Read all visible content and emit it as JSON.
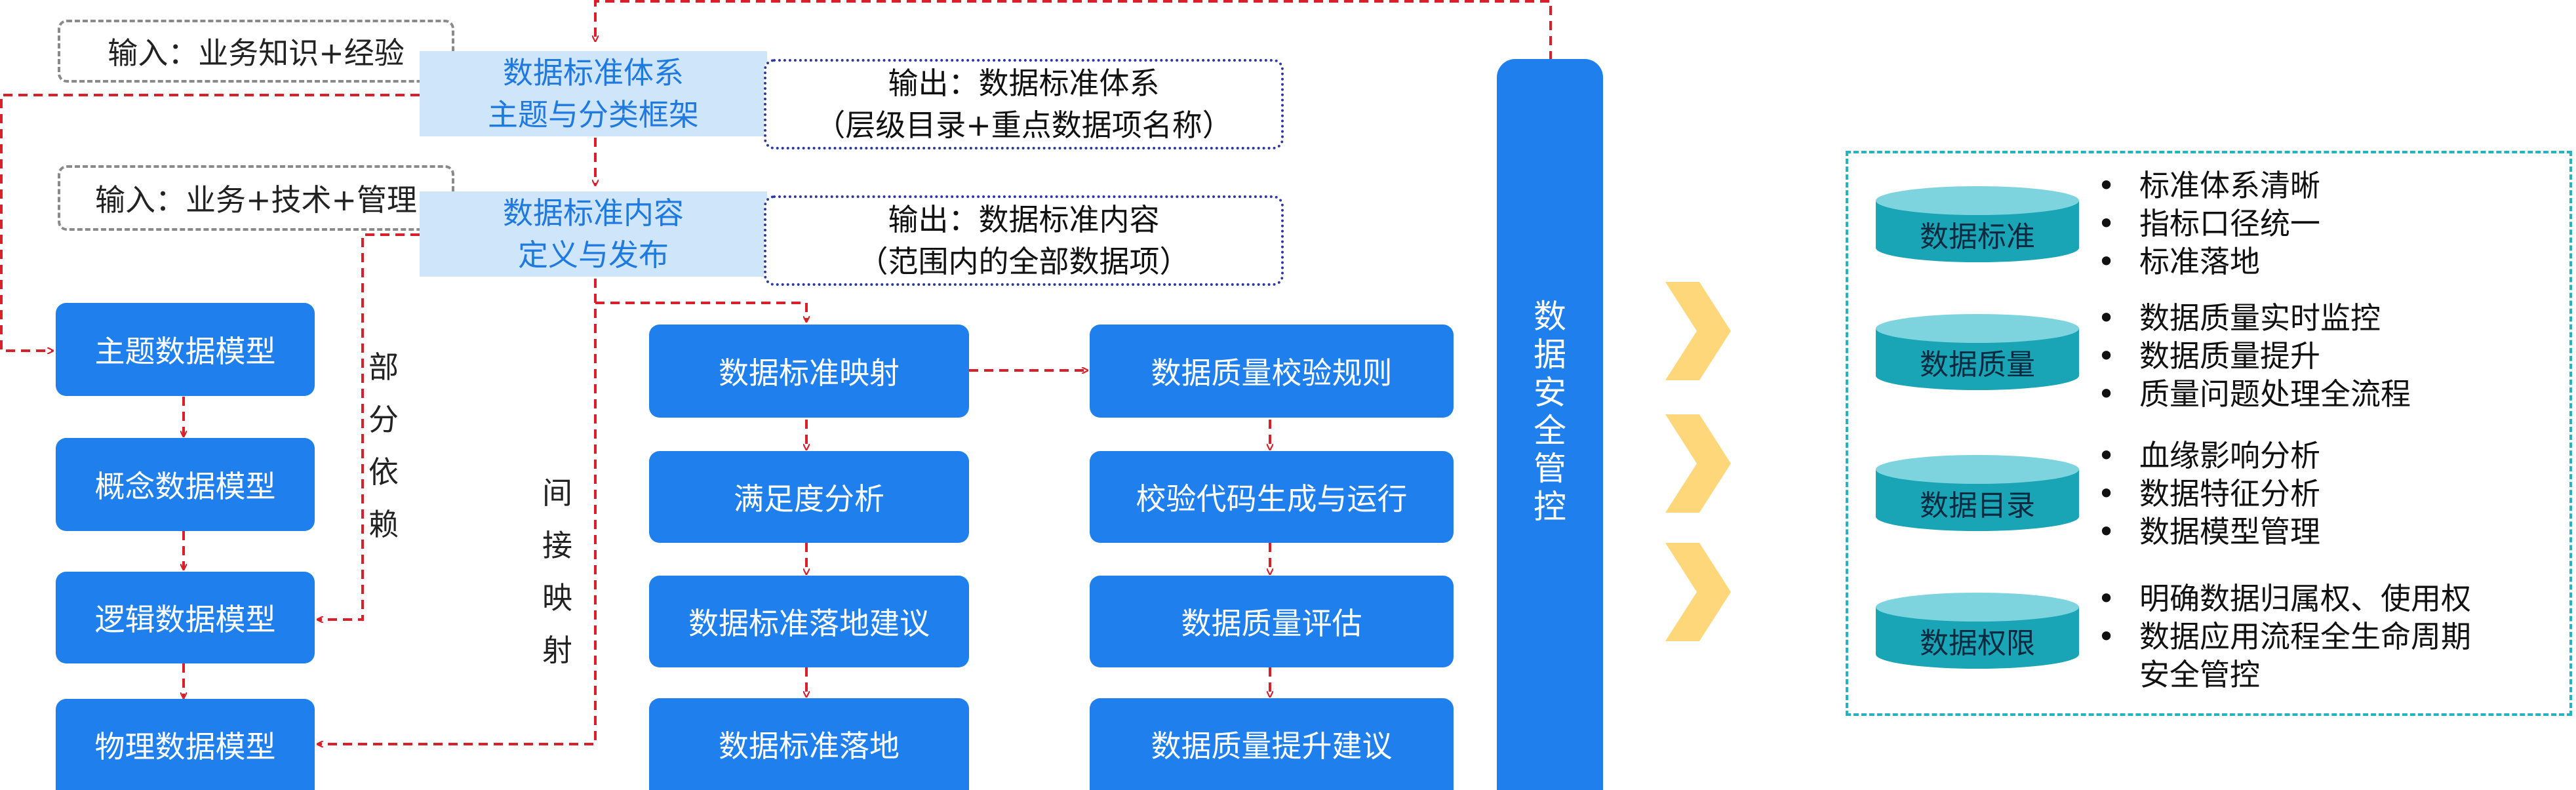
{
  "top_flow": {
    "input1": "输入：业务知识+经验",
    "step1": [
      "数据标准体系",
      "主题与分类框架"
    ],
    "output1": [
      "输出：数据标准体系",
      "（层级目录+重点数据项名称）"
    ],
    "input2": "输入：业务+技术+管理",
    "step2": [
      "数据标准内容",
      "定义与发布"
    ],
    "output2": [
      "输出：数据标准内容",
      "（范围内的全部数据项）"
    ]
  },
  "model_column": [
    "主题数据模型",
    "概念数据模型",
    "逻辑数据模型",
    "物理数据模型"
  ],
  "partial_dependency": [
    "部",
    "分",
    "依",
    "赖"
  ],
  "indirect_mapping": [
    "间",
    "接",
    "映",
    "射"
  ],
  "standard_column": [
    "数据标准映射",
    "满足度分析",
    "数据标准落地建议",
    "数据标准落地"
  ],
  "quality_column": [
    "数据质量校验规则",
    "校验代码生成与运行",
    "数据质量评估",
    "数据质量提升建议"
  ],
  "security": [
    "数",
    "据",
    "安",
    "全",
    "管",
    "控"
  ],
  "colors": {
    "blue": "#1f7fec",
    "light_blue": "#cfe5fa",
    "arrow_red": "#d9202a",
    "teal": "#1aa5b6",
    "chevron": "#fdd77a"
  },
  "results": [
    {
      "name": "数据标准",
      "bullets": [
        [
          "标准体系清晰"
        ],
        [
          "指标口径统一"
        ],
        [
          "标准落地"
        ]
      ]
    },
    {
      "name": "数据质量",
      "bullets": [
        [
          "数据质量实时监控"
        ],
        [
          "数据质量提升"
        ],
        [
          "质量问题处理全流程"
        ]
      ]
    },
    {
      "name": "数据目录",
      "bullets": [
        [
          "血缘影响分析"
        ],
        [
          "数据特征分析"
        ],
        [
          "数据模型管理"
        ]
      ]
    },
    {
      "name": "数据权限",
      "bullets": [
        [
          "明确数据归属权、使用权"
        ],
        [
          "数据应用流程全生命周期",
          "安全管控"
        ]
      ]
    }
  ]
}
